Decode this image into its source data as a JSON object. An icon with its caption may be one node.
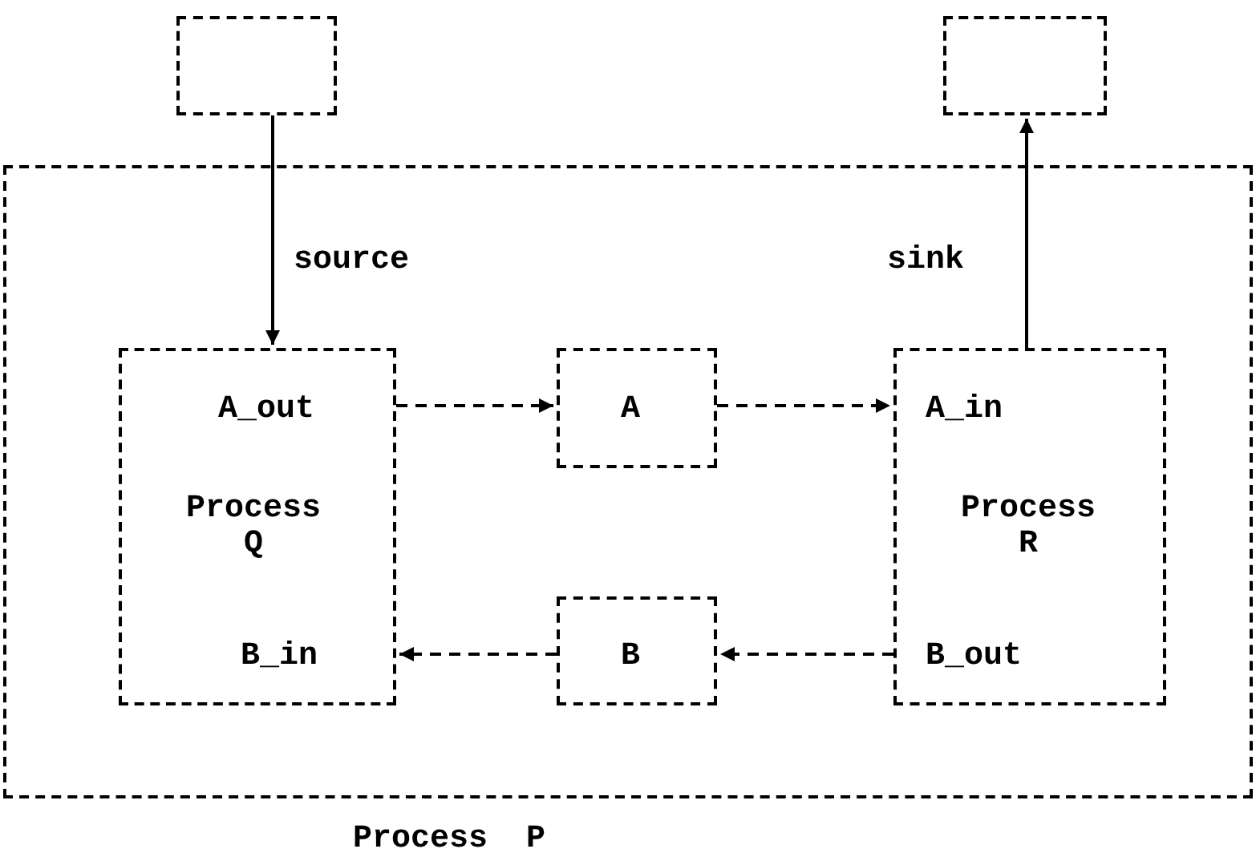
{
  "diagram": {
    "nodes": [
      {
        "text": [
          "Process P"
        ]
      },
      {
        "text": [],
        "shape": "box"
      },
      {
        "text": [],
        "shape": "box"
      },
      {
        "text": [
          "A_out",
          "Process Q",
          "B_in"
        ],
        "in": 0
      },
      {
        "text": [
          "A"
        ],
        "in": 0
      },
      {
        "text": [
          "A_in",
          "Process R",
          "B_out"
        ],
        "in": 0
      },
      {
        "text": [
          "B"
        ],
        "in": 0
      }
    ],
    "edges": [
      {
        "from": 1,
        "to": 3,
        "arrow": "to",
        "label": "source"
      },
      {
        "from": 5,
        "to": 2,
        "arrow": "to",
        "label": "sink"
      },
      {
        "from": 3,
        "to": 4,
        "arrow": "to",
        "style": "dashed"
      },
      {
        "from": 4,
        "to": 5,
        "arrow": "to",
        "style": "dashed"
      },
      {
        "from": 6,
        "to": 3,
        "arrow": "to",
        "style": "dashed"
      },
      {
        "from": 5,
        "to": 6,
        "arrow": "to",
        "style": "dashed"
      }
    ]
  }
}
